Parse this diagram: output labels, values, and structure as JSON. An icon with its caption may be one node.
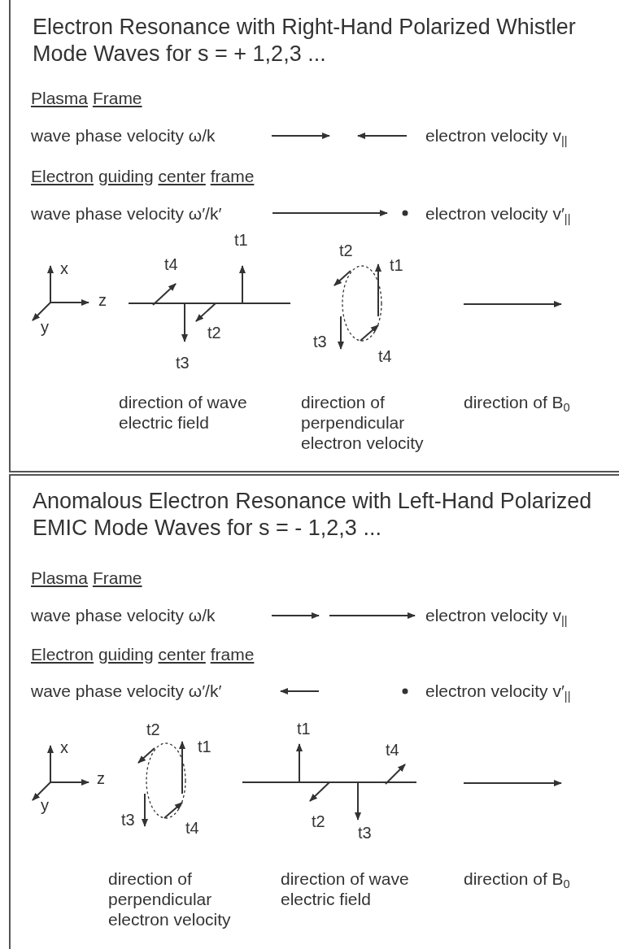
{
  "diagram": {
    "nodes": [
      {
        "text": [
          "Electron Resonance with Right-Hand Polarized Whistler Mode Waves for s = + 1,2,3 ..."
        ]
      },
      {
        "text": [
          "Anomalous Electron Resonance with Left-Hand Polarized EMIC Mode Waves for s = - 1,2,3 ..."
        ]
      }
    ],
    "labels": [
      "Plasma Frame",
      "wave phase velocity ω/k",
      "electron velocity v$_{||}$",
      "Electron guiding center frame",
      "wave phase velocity ω′/k′",
      "electron velocity v′$_{||}$",
      "x",
      "z",
      "y",
      "t1",
      "t4",
      "t2",
      "t3",
      "t2",
      "t1",
      "t3",
      "t4",
      "direction of wave electric field",
      "direction of perpendicular electron velocity",
      "direction of B$_{0}$",
      "Plasma Frame",
      "wave phase velocity ω/k",
      "electron velocity v$_{||}$",
      "Electron guiding center frame",
      "wave phase velocity ω′/k′",
      "electron velocity v′$_{||}$",
      "x",
      "z",
      "y",
      "t2",
      "t1",
      "t3",
      "t4",
      "t1",
      "t4",
      "t2",
      "t3",
      "direction of perpendicular electron velocity",
      "direction of wave electric field",
      "direction of B$_{0}$"
    ]
  }
}
